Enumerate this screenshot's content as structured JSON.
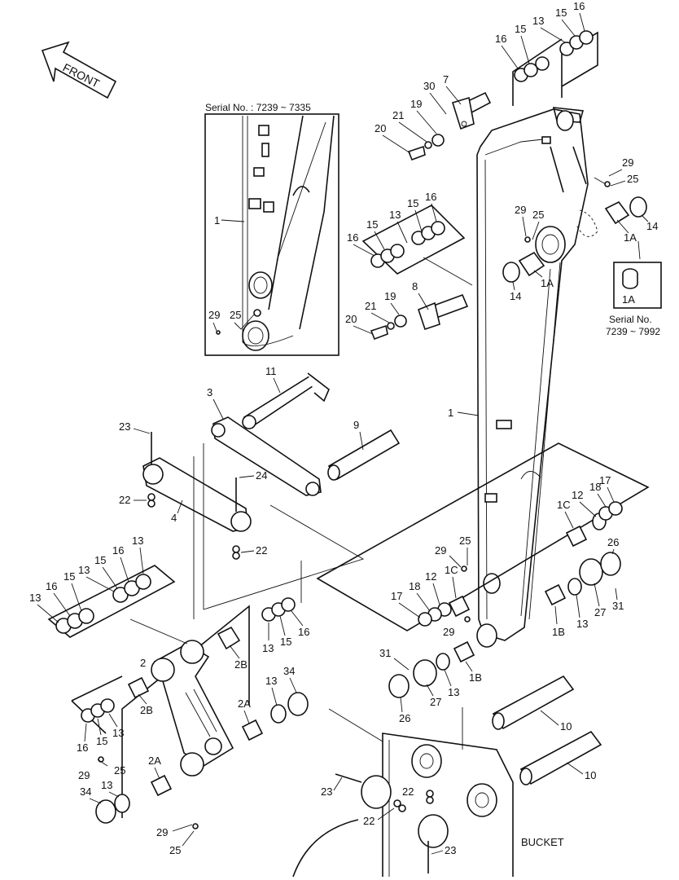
{
  "front_arrow": {
    "text": "FRONT"
  },
  "inset_left": {
    "serial": "Serial No. : 7239 ~ 7335"
  },
  "inset_right": {
    "serial_line1": "Serial No.",
    "serial_line2": "7239 ~ 7992",
    "part_label": "1A"
  },
  "bucket_label": "BUCKET",
  "callouts": {
    "c1_inset": "1",
    "c29_inset": "29",
    "c25_inset": "25",
    "c1_main": "1",
    "c1a_a": "1A",
    "c1a_b": "1A",
    "c14_a": "14",
    "c14_b": "14",
    "c29_r1": "29",
    "c25_r1": "25",
    "c29_r2": "29",
    "c25_r2": "25",
    "c7": "7",
    "c30": "30",
    "c19_a": "19",
    "c21_a": "21",
    "c20_a": "20",
    "c13_t": "13",
    "c15_t1": "15",
    "c16_t1": "16",
    "c16_t2": "16",
    "c15_t2": "15",
    "c8": "8",
    "c19_b": "19",
    "c21_b": "21",
    "c20_b": "20",
    "c16_m": "16",
    "c15_m": "15",
    "c13_m": "13",
    "c15_m2": "15",
    "c16_m2": "16",
    "c11": "11",
    "c3": "3",
    "c9": "9",
    "c23_a": "23",
    "c24": "24",
    "c22_a": "22",
    "c22_b": "22",
    "c4": "4",
    "c13_l1": "13",
    "c16_l1": "16",
    "c15_l1": "15",
    "c13_l2": "13",
    "c15_l2": "15",
    "c16_l2": "16",
    "c13_l3": "13",
    "c13_c": "13",
    "c15_c": "15",
    "c16_c": "16",
    "c2": "2",
    "c2b_a": "2B",
    "c2b_b": "2B",
    "c2a_a": "2A",
    "c2a_b": "2A",
    "c16_b": "16",
    "c15_b": "15",
    "c13_b": "13",
    "c29_b": "29",
    "c25_b": "25",
    "c13_b2": "13",
    "c34_a": "34",
    "c13_b3": "13",
    "c34_b": "34",
    "c29_b2": "29",
    "c25_b2": "25",
    "c17_r": "17",
    "c18_r": "18",
    "c12_r": "12",
    "c1c_r": "1C",
    "c1c_a": "1C",
    "c12_a": "12",
    "c18_a": "18",
    "c17_a": "17",
    "c29_m": "29",
    "c25_m": "25",
    "c26_a": "26",
    "c27_a": "27",
    "c31_a": "31",
    "c13_ra": "13",
    "c1b_a": "1B",
    "c31_b": "31",
    "c27_b": "27",
    "c13_rb": "13",
    "c1b_b": "1B",
    "c26_b": "26",
    "c10_a": "10",
    "c10_b": "10",
    "c23_b": "23",
    "c22_c": "22",
    "c22_d": "22",
    "c23_c": "23"
  }
}
